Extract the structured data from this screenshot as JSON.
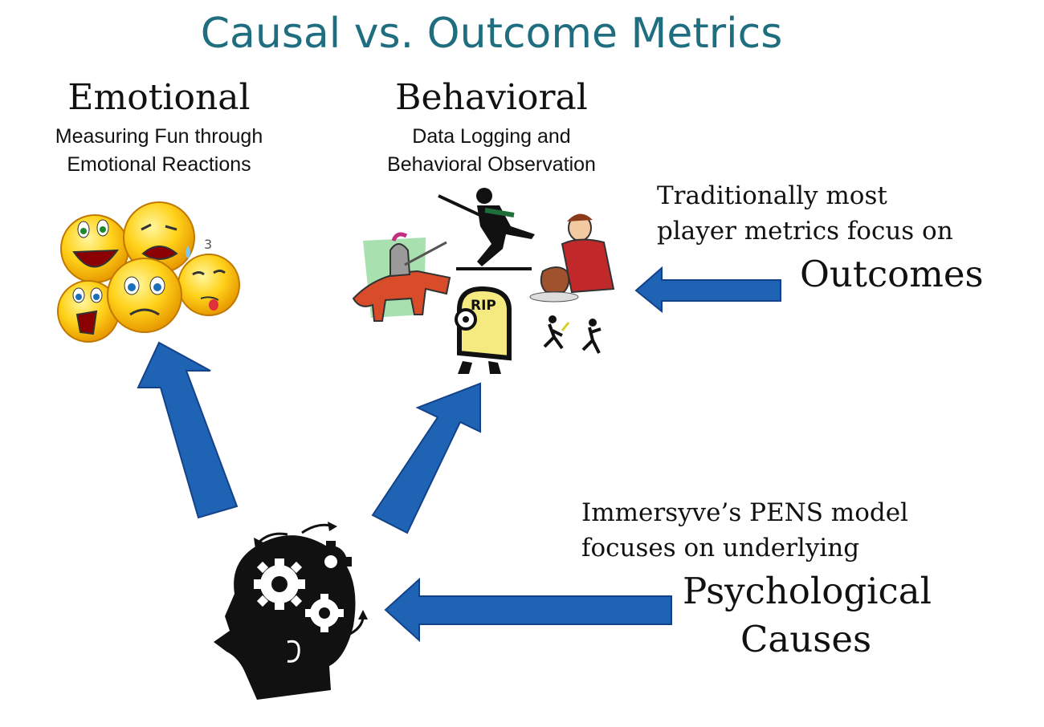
{
  "title": "Causal vs. Outcome Metrics",
  "emotional": {
    "heading": "Emotional",
    "sub_line1": "Measuring Fun through",
    "sub_line2": "Emotional Reactions"
  },
  "behavioral": {
    "heading": "Behavioral",
    "sub_line1": "Data Logging and",
    "sub_line2": "Behavioral Observation"
  },
  "outcomes_note": {
    "line1": "Traditionally most",
    "line2": "player metrics focus on",
    "emphasis": "Outcomes"
  },
  "causes_note": {
    "line1": "Immersyve’s PENS model",
    "line2": "focuses on underlying",
    "emphasis_line1": "Psychological",
    "emphasis_line2": "Causes"
  },
  "rip_text": "RIP",
  "colors": {
    "title": "#1f6e80",
    "arrow": "#1f63b5",
    "arrow_edge": "#14428a"
  },
  "icons": [
    "emoji-faces-icon",
    "knight-icon",
    "soldier-icon",
    "potter-icon",
    "tombstone-icon",
    "runners-icon",
    "head-gears-icon"
  ]
}
